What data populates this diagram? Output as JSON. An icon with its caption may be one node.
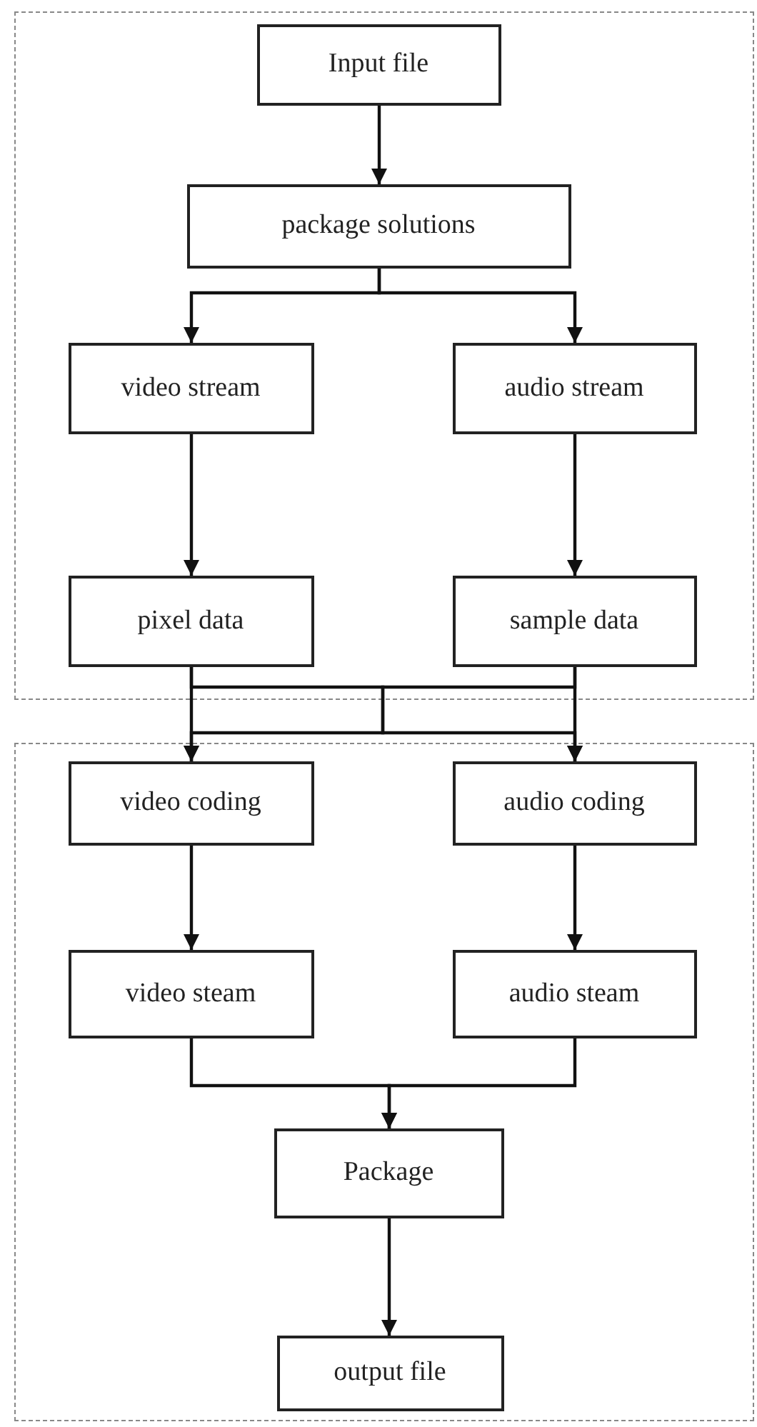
{
  "diagram": {
    "nodes": [
      {
        "text": [],
        "shape": "box"
      },
      {
        "text": [
          "Input file"
        ],
        "in": 0
      },
      {
        "text": [
          "package solutions"
        ],
        "in": 0
      },
      {
        "text": [
          "video stream"
        ],
        "in": 0
      },
      {
        "text": [
          "audio stream"
        ],
        "in": 0
      },
      {
        "text": [
          "pixel data"
        ],
        "in": 0
      },
      {
        "text": [
          "sample data"
        ],
        "in": 0
      },
      {
        "text": [],
        "shape": "box"
      },
      {
        "text": [
          "video coding"
        ],
        "in": 7
      },
      {
        "text": [
          "audio coding"
        ],
        "in": 7
      },
      {
        "text": [
          "video steam"
        ],
        "in": 7
      },
      {
        "text": [
          "audio steam"
        ],
        "in": 7
      },
      {
        "text": [
          "Package"
        ],
        "in": 7
      },
      {
        "text": [
          "output file"
        ],
        "in": 7
      }
    ],
    "edges": [
      {
        "from": 1,
        "to": 2,
        "arrow": "to"
      },
      {
        "from": 2,
        "to": 3,
        "arrow": "to"
      },
      {
        "from": 2,
        "to": 4,
        "arrow": "to"
      },
      {
        "from": 3,
        "to": 5,
        "arrow": "to"
      },
      {
        "from": 4,
        "to": 6,
        "arrow": "to"
      },
      {
        "from": 5,
        "to": 8,
        "arrow": "to"
      },
      {
        "from": 5,
        "to": 9,
        "arrow": "to"
      },
      {
        "from": 6,
        "to": 8,
        "arrow": "to"
      },
      {
        "from": 6,
        "to": 9,
        "arrow": "to"
      },
      {
        "from": 8,
        "to": 10,
        "arrow": "to"
      },
      {
        "from": 9,
        "to": 11,
        "arrow": "to"
      },
      {
        "from": 10,
        "to": 12,
        "arrow": "to"
      },
      {
        "from": 11,
        "to": 12,
        "arrow": "to"
      },
      {
        "from": 12,
        "to": 13,
        "arrow": "to"
      }
    ]
  }
}
